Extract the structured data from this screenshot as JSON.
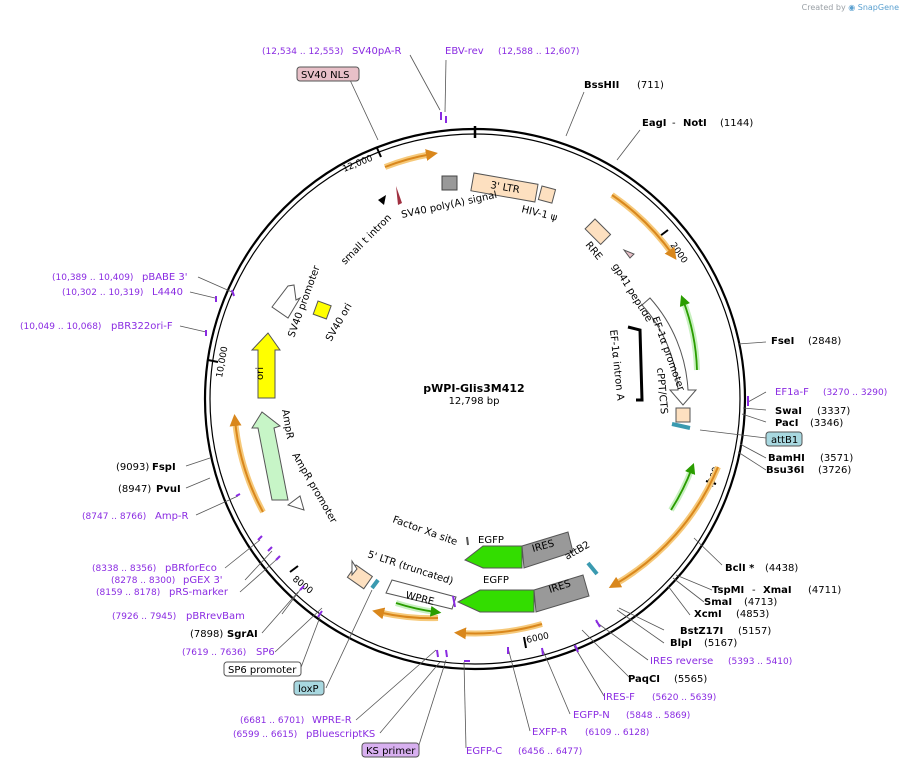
{
  "watermark": {
    "prefix": "Created by",
    "brand": "SnapGene"
  },
  "plasmid": {
    "name": "pWPI-Glis3M412",
    "length": "12,798 bp"
  },
  "ticks": [
    "2000",
    "4000",
    "6000",
    "8000",
    "10,000",
    "12,000"
  ],
  "sites": [
    {
      "name": "BssHII",
      "pos": "(711)"
    },
    {
      "name": "EagI",
      "name2": "NotI",
      "pos": "(1144)"
    },
    {
      "name": "FseI",
      "pos": "(2848)"
    },
    {
      "name": "SwaI",
      "pos": "(3337)"
    },
    {
      "name": "PacI",
      "pos": "(3346)"
    },
    {
      "name": "BamHI",
      "pos": "(3571)"
    },
    {
      "name": "Bsu36I",
      "pos": "(3726)"
    },
    {
      "name": "BclI *",
      "pos": "(4438)"
    },
    {
      "name": "TspMI",
      "name2": "XmaI",
      "pos": "(4711)"
    },
    {
      "name": "SmaI",
      "pos": "(4713)"
    },
    {
      "name": "XcmI",
      "pos": "(4853)"
    },
    {
      "name": "BstZ17I",
      "pos": "(5157)"
    },
    {
      "name": "BlpI",
      "pos": "(5167)"
    },
    {
      "name": "PaqCI",
      "pos": "(5565)"
    },
    {
      "name": "SgrAI",
      "pos": "(7898)"
    },
    {
      "name": "PvuI",
      "pos": "(8947)"
    },
    {
      "name": "FspI",
      "pos": "(9093)"
    }
  ],
  "primers": [
    {
      "name": "SV40pA-R",
      "pos": "(12,534 .. 12,553)"
    },
    {
      "name": "EBV-rev",
      "pos": "(12,588 .. 12,607)"
    },
    {
      "name": "EF1a-F",
      "pos": "(3270 .. 3290)"
    },
    {
      "name": "IRES reverse",
      "pos": "(5393 .. 5410)"
    },
    {
      "name": "IRES-F",
      "pos": "(5620 .. 5639)"
    },
    {
      "name": "EGFP-N",
      "pos": "(5848 .. 5869)"
    },
    {
      "name": "EXFP-R",
      "pos": "(6109 .. 6128)"
    },
    {
      "name": "EGFP-C",
      "pos": "(6456 .. 6477)"
    },
    {
      "name": "pBluescriptKS",
      "pos": "(6599 .. 6615)"
    },
    {
      "name": "WPRE-R",
      "pos": "(6681 .. 6701)"
    },
    {
      "name": "SP6",
      "pos": "(7619 .. 7636)"
    },
    {
      "name": "pBRrevBam",
      "pos": "(7926 .. 7945)"
    },
    {
      "name": "pRS-marker",
      "pos": "(8159 .. 8178)"
    },
    {
      "name": "pGEX 3'",
      "pos": "(8278 .. 8300)"
    },
    {
      "name": "pBRforEco",
      "pos": "(8338 .. 8356)"
    },
    {
      "name": "Amp-R",
      "pos": "(8747 .. 8766)"
    },
    {
      "name": "pBR322ori-F",
      "pos": "(10,049 .. 10,068)"
    },
    {
      "name": "L4440",
      "pos": "(10,302 .. 10,319)"
    },
    {
      "name": "pBABE 3'",
      "pos": "(10,389 .. 10,409)"
    }
  ],
  "boxes": {
    "sv40_nls": "SV40 NLS",
    "attb1": "attB1",
    "sp6_promoter": "SP6 promoter",
    "loxp": "loxP",
    "ks_primer": "KS primer"
  },
  "features": {
    "ltr3": "3' LTR",
    "hiv": "HIV-1 ψ",
    "sv40polya": "SV40 poly(A) signal",
    "small_t": "small t intron",
    "rre": "RRE",
    "gp41": "gp41 peptide",
    "ef1a_promoter": "EF-1α promoter",
    "ef1a_intron": "EF-1α intron A",
    "cppt": "cPPT/CTS",
    "sv40_promoter": "SV40 promoter",
    "sv40_ori": "SV40 ori",
    "ori": "ori",
    "ampr": "AmpR",
    "ampr_promoter": "AmpR promoter",
    "factor_xa": "Factor Xa site",
    "egfp1": "EGFP",
    "ires1": "IRES",
    "attb2": "attB2",
    "egfp2": "EGFP",
    "ires2": "IRES",
    "ltr5": "5' LTR (truncated)",
    "wpre": "WPRE"
  },
  "colors": {
    "backbone": "#000000",
    "primer": "#8a2be2",
    "orf_orange": "#d9871c",
    "orf_halo": "#f6c97a",
    "ltr_fill": "#fde0c0",
    "egfp_green": "#33dd00",
    "ires_gray": "#999999",
    "ori_yellow": "#ffff00",
    "ampr_green": "#c7f5c7",
    "nls_fill": "#e8c0c8",
    "attb_fill": "#a8d8e0",
    "ks_fill": "#d8b0f0"
  }
}
